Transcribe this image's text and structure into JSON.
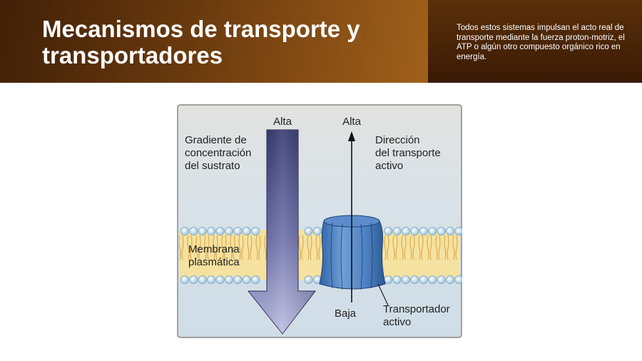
{
  "slide": {
    "title": "Mecanismos de transporte y transportadores",
    "note": "Todos estos sistemas impulsan el acto real de transporte mediante la fuerza proton-motriz, el ATP o algún otro compuesto orgánico rico en energía."
  },
  "figure": {
    "arrow_down_label": "Alta",
    "arrow_up_top_label": "Alta",
    "arrow_up_bottom_label": "Baja",
    "gradient_label": [
      "Gradiente de",
      "concentración",
      "del sustrato"
    ],
    "direction_label": [
      "Dirección",
      "del transporte",
      "activo"
    ],
    "membrane_label": [
      "Membrana",
      "plasmática"
    ],
    "transporter_label": [
      "Transportador",
      "activo"
    ]
  }
}
